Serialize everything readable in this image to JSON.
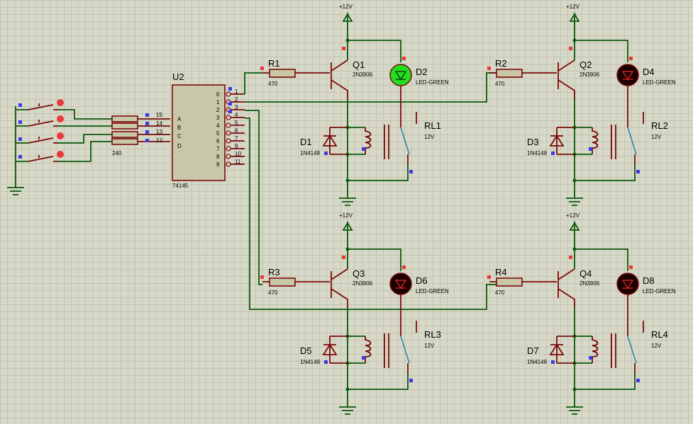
{
  "supply_label": "+12V",
  "decoder": {
    "ref": "U2",
    "part": "74145",
    "inputs": [
      {
        "pin": "15",
        "name": "A"
      },
      {
        "pin": "14",
        "name": "B"
      },
      {
        "pin": "13",
        "name": "C"
      },
      {
        "pin": "12",
        "name": "D"
      }
    ],
    "outputs": [
      {
        "name": "0",
        "pin": "1"
      },
      {
        "name": "1",
        "pin": "2"
      },
      {
        "name": "2",
        "pin": "3"
      },
      {
        "name": "3",
        "pin": "4"
      },
      {
        "name": "4",
        "pin": "5"
      },
      {
        "name": "5",
        "pin": "6"
      },
      {
        "name": "6",
        "pin": "7"
      },
      {
        "name": "7",
        "pin": "9"
      },
      {
        "name": "8",
        "pin": "10"
      },
      {
        "name": "9",
        "pin": "11"
      }
    ]
  },
  "resistor_network_value": "240",
  "channels": [
    {
      "resistor": "R1",
      "resistor_value": "470",
      "transistor": "Q1",
      "transistor_part": "2N3906",
      "led": "D2",
      "led_part": "LED-GREEN",
      "led_on": true,
      "diode": "D1",
      "diode_part": "1N4148",
      "relay": "RL1",
      "relay_voltage": "12V"
    },
    {
      "resistor": "R2",
      "resistor_value": "470",
      "transistor": "Q2",
      "transistor_part": "2N3906",
      "led": "D4",
      "led_part": "LED-GREEN",
      "led_on": false,
      "diode": "D3",
      "diode_part": "1N4148",
      "relay": "RL2",
      "relay_voltage": "12V"
    },
    {
      "resistor": "R3",
      "resistor_value": "470",
      "transistor": "Q3",
      "transistor_part": "2N3906",
      "led": "D6",
      "led_part": "LED-GREEN",
      "led_on": false,
      "diode": "D5",
      "diode_part": "1N4148",
      "relay": "RL3",
      "relay_voltage": "12V"
    },
    {
      "resistor": "R4",
      "resistor_value": "470",
      "transistor": "Q4",
      "transistor_part": "2N3906",
      "led": "D8",
      "led_part": "LED-GREEN",
      "led_on": false,
      "diode": "D7",
      "diode_part": "1N4148",
      "relay": "RL4",
      "relay_voltage": "12V"
    }
  ],
  "colors": {
    "grid_bg": "#d8d8c8",
    "wire": "#0a5a0a",
    "component": "#7a0a0a",
    "led_on": "#22dd22",
    "led_off": "#1a0000",
    "pin_state_low": "#3a3ae8",
    "pin_state_high": "#e83a3a"
  }
}
